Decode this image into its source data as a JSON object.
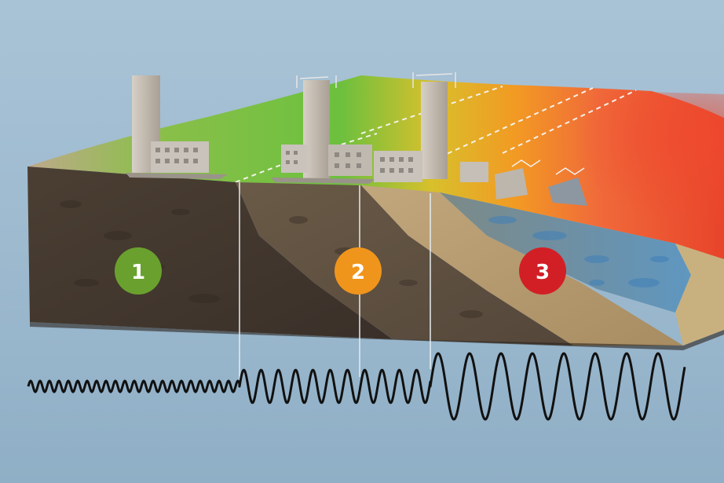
{
  "zones": [
    {
      "number": "1",
      "color": "#6aa12e",
      "ground": "bedrock"
    },
    {
      "number": "2",
      "color": "#f0951c",
      "ground": "sediment"
    },
    {
      "number": "3",
      "color": "#d21f26",
      "ground": "soft-soil"
    }
  ],
  "surface_colors": [
    "#5fae3a",
    "#e0b526",
    "#f08a1e",
    "#e8442a"
  ],
  "seismic_wave": {
    "description_free": true,
    "segments": [
      {
        "zone": "1",
        "relative_amplitude": 1
      },
      {
        "zone": "2",
        "relative_amplitude": 3
      },
      {
        "zone": "3",
        "relative_amplitude": 6
      }
    ]
  }
}
